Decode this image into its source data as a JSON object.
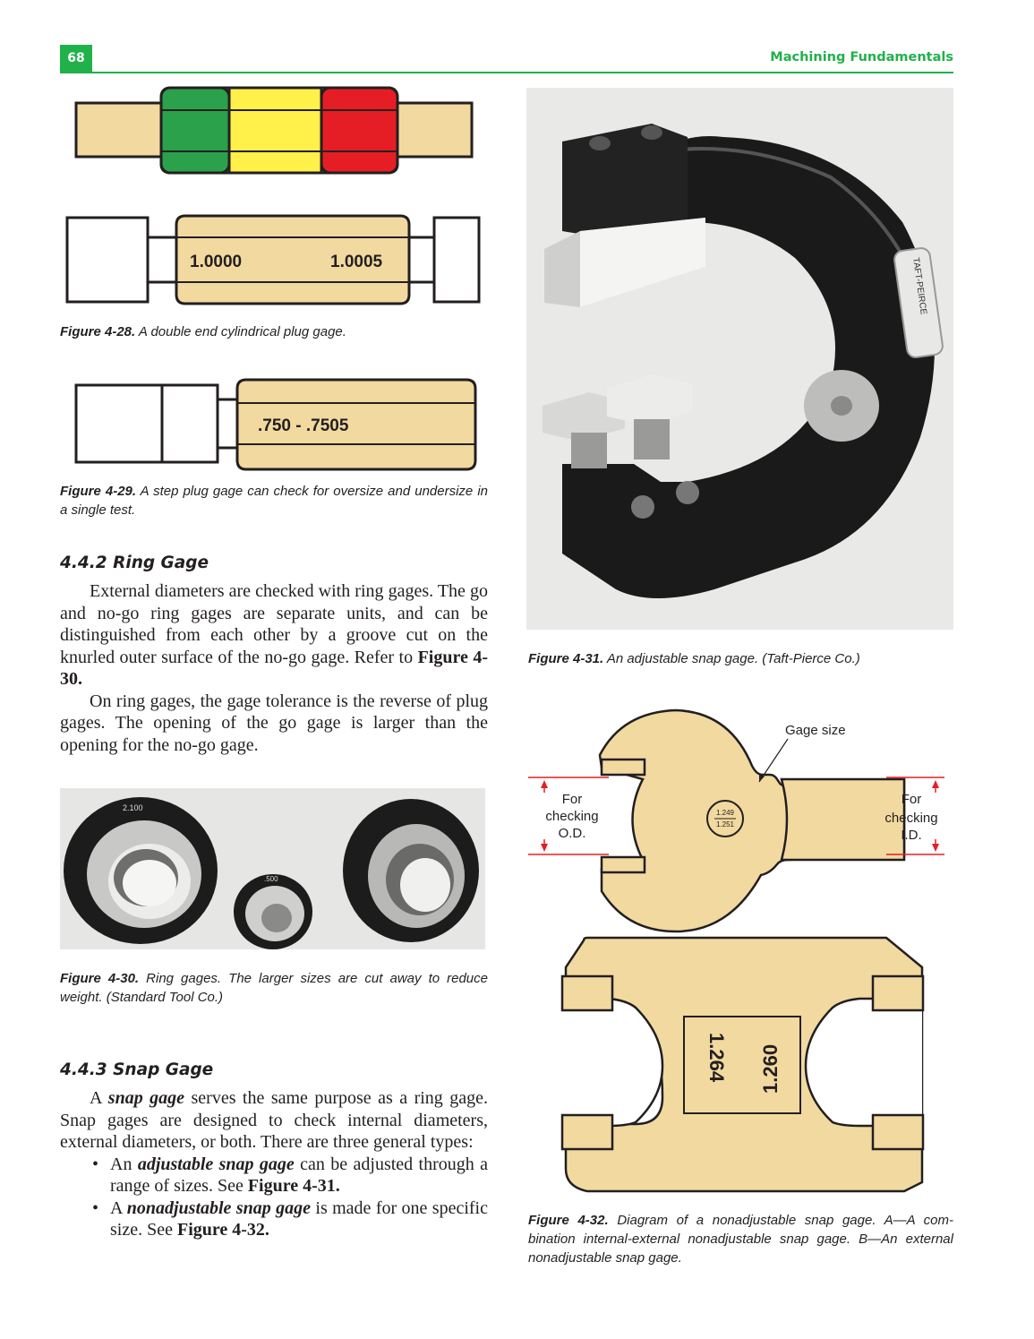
{
  "header": {
    "page_number": "68",
    "running_head": "Machining Fundamentals"
  },
  "figures": {
    "fig_4_28": {
      "label": "Figure 4-28.",
      "caption": "A double end cylindrical plug gage.",
      "size_go": "1.0000",
      "size_nogo": "1.0005",
      "colors": {
        "body": "#f1d9a0",
        "go": "#2ba14c",
        "tolerance": "#fff04a",
        "nogo": "#e51e25"
      }
    },
    "fig_4_29": {
      "label": "Figure 4-29.",
      "caption": "A step plug gage can check for oversize and undersize in a single test.",
      "size_range": ".750 - .7505"
    },
    "fig_4_30": {
      "label": "Figure 4-30.",
      "caption": "Ring gages. The larger sizes are cut away to reduce weight. (Standard Tool Co.)",
      "ring_label_1": "2.100",
      "ring_label_2": ".500"
    },
    "fig_4_31": {
      "label": "Figure 4-31.",
      "caption": "An adjustable snap gage. (Taft-Pierce Co.)",
      "nameplate": "TAFT-PEIRCE"
    },
    "fig_4_32": {
      "label": "Figure 4-32.",
      "caption": "Diagram of a nonadjustable snap gage. A—A com-bination internal-external nonadjustable snap gage. B—An external nonadjustable snap gage.",
      "gage_size_label": "Gage size",
      "for_od_1": "For",
      "for_od_2": "checking",
      "for_od_3": "O.D.",
      "for_id_1": "For",
      "for_id_2": "checking",
      "for_id_3": "I.D.",
      "size_top": "1.249",
      "size_bottom": "1.251",
      "external_size_1": "1.264",
      "external_size_2": "1.260"
    }
  },
  "sections": {
    "ring_gage": {
      "heading": "4.4.2 Ring Gage",
      "p1_text": "External diameters are checked with ring gages. The go and no-go ring gages are separate units, and can be distinguished from each other by a groove cut on the knurled outer surface of the no-go gage. Refer to ",
      "p1_ref": "Figure 4-30.",
      "p2": "On ring gages, the gage tolerance is the reverse of plug gages. The opening of the go gage is larger than the opening for the no-go gage."
    },
    "snap_gage": {
      "heading": "4.4.3 Snap Gage",
      "p1_a": "A ",
      "p1_term": "snap gage",
      "p1_b": " serves the same purpose as a ring gage. Snap gages are designed to check internal diameters, external diameters, or both. There are three general types:",
      "bullet1_a": "An ",
      "bullet1_term": "adjustable snap gage",
      "bullet1_b": " can be adjusted through a range of sizes. See ",
      "bullet1_ref": "Figure 4-31.",
      "bullet2_a": "A ",
      "bullet2_term": "nonadjustable snap gage",
      "bullet2_b": " is made for one specific size. See ",
      "bullet2_ref": "Figure 4-32."
    }
  }
}
